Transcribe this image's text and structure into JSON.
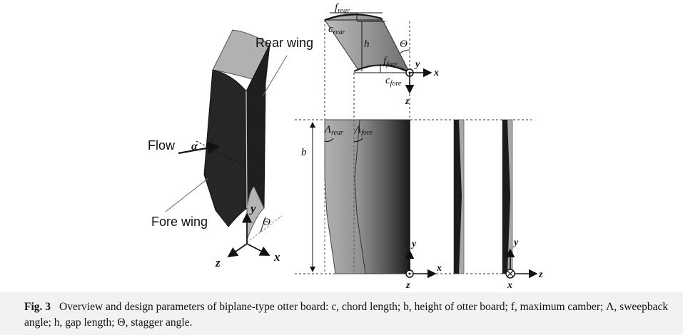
{
  "figure": {
    "left_view": {
      "rear_wing_label": "Rear wing",
      "flow_label": "Flow",
      "alpha_label": "α",
      "fore_wing_label": "Fore wing",
      "theta_label": "Θ",
      "axis_y": "y",
      "axis_z": "z",
      "axis_x": "x"
    },
    "top_view": {
      "f_rear": "f",
      "f_rear_sub": "rear",
      "c_rear": "c",
      "c_rear_sub": "rear",
      "h": "h",
      "theta": "Θ",
      "f_fore": "f",
      "f_fore_sub": "fore",
      "c_fore": "c",
      "c_fore_sub": "fore",
      "axis_y": "y",
      "axis_x": "x",
      "axis_z": "z"
    },
    "front_view": {
      "b": "b",
      "lambda_rear": "Λ",
      "lambda_rear_sub": "rear",
      "lambda_fore": "Λ",
      "lambda_fore_sub": "fore",
      "axis_y": "y",
      "axis_x": "x",
      "axis_z": "z"
    },
    "side_view": {
      "axis_y": "y",
      "axis_z": "z",
      "axis_x": "x"
    }
  },
  "caption": {
    "label": "Fig. 3",
    "text": "Overview and design parameters of biplane-type otter board: c, chord length; b, height of otter board; f, maximum camber; Λ, sweepback angle; h, gap length; Θ, stagger angle."
  },
  "colors": {
    "dark_wing": "#222222",
    "light_wing": "#a8a8a8",
    "mid_grey": "#888888"
  }
}
